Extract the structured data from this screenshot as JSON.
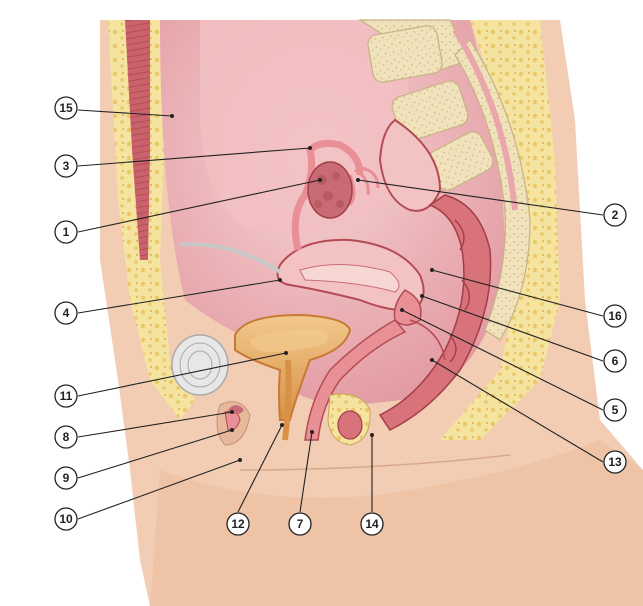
{
  "colors": {
    "skin": "#f2cdb4",
    "skin_shadow": "#e6b89c",
    "fat": "#f5e3a0",
    "fat_blob": "#e9c86a",
    "muscle": "#c9626a",
    "cavity": "#e9a7ac",
    "cavity_light": "#f3c3c4",
    "organ_pink": "#e98f96",
    "bone": "#efe2bd",
    "bone_dots": "#d8b972",
    "bladder": "#e5a75a",
    "bladder_light": "#f2c98d",
    "ovary": "#c96b74",
    "uterus_stripe": "#f7d7d4",
    "rectum": "#d8737b",
    "outline": "#b44b54",
    "leader_color": "#222222"
  },
  "callouts": [
    {
      "num": "15",
      "name": "callout-15"
    },
    {
      "num": "3",
      "name": "callout-3"
    },
    {
      "num": "1",
      "name": "callout-1"
    },
    {
      "num": "4",
      "name": "callout-4"
    },
    {
      "num": "11",
      "name": "callout-11"
    },
    {
      "num": "8",
      "name": "callout-8"
    },
    {
      "num": "9",
      "name": "callout-9"
    },
    {
      "num": "10",
      "name": "callout-10"
    },
    {
      "num": "12",
      "name": "callout-12"
    },
    {
      "num": "7",
      "name": "callout-7"
    },
    {
      "num": "14",
      "name": "callout-14"
    },
    {
      "num": "2",
      "name": "callout-2"
    },
    {
      "num": "16",
      "name": "callout-16"
    },
    {
      "num": "6",
      "name": "callout-6"
    },
    {
      "num": "5",
      "name": "callout-5"
    },
    {
      "num": "13",
      "name": "callout-13"
    }
  ]
}
